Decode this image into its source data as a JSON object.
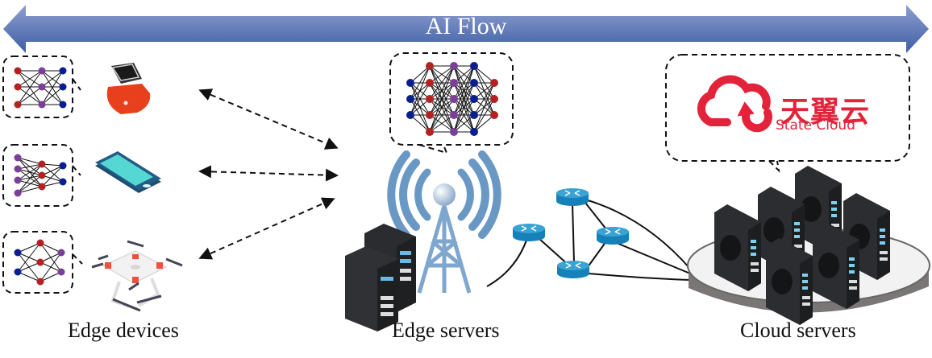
{
  "banner": {
    "title": "AI Flow",
    "color": "#4f6aa8"
  },
  "tiers": {
    "edge_devices": {
      "label": "Edge devices",
      "devices": [
        "smartwatch",
        "smartphone",
        "drone"
      ]
    },
    "edge_servers": {
      "label": "Edge servers"
    },
    "cloud_servers": {
      "label": "Cloud servers"
    }
  },
  "cloud_logo": {
    "chinese": "天翼云",
    "english": "State Cloud",
    "color": "#e2233a"
  },
  "node_colors": {
    "red": "#b22222",
    "purple": "#7b3f99",
    "blue": "#0a1f8f"
  }
}
